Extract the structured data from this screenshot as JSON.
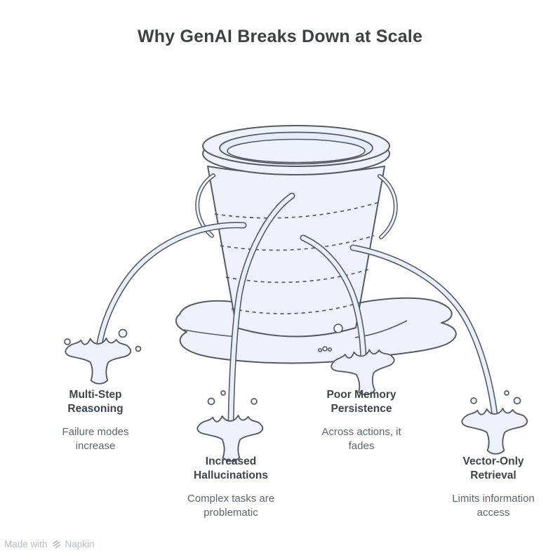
{
  "title": "Why GenAI Breaks Down at Scale",
  "illustration": {
    "name": "leaky-bucket",
    "parts": [
      "bucket",
      "bucket-rim",
      "bucket-handle-left",
      "bucket-handle-right",
      "water-level-dashed-bands",
      "puddle",
      "leak-streams",
      "splashes",
      "droplets"
    ],
    "colors": {
      "outline": "#565b63",
      "water_fill": "#edf2fc",
      "inner_lip_fill": "#e6edfa",
      "title_text": "#3d4145",
      "heading_text": "#3f434a",
      "description_text": "#5f646b",
      "watermark_text": "#b8bcc3"
    }
  },
  "leaks": [
    {
      "heading": "Multi-Step\nReasoning",
      "description": "Failure modes\nincrease"
    },
    {
      "heading": "Increased\nHallucinations",
      "description": "Complex tasks are\nproblematic"
    },
    {
      "heading": "Poor Memory\nPersistence",
      "description": "Across actions, it\nfades"
    },
    {
      "heading": "Vector-Only\nRetrieval",
      "description": "Limits information\naccess"
    }
  ],
  "watermark": {
    "prefix": "Made with",
    "brand": "Napkin"
  }
}
